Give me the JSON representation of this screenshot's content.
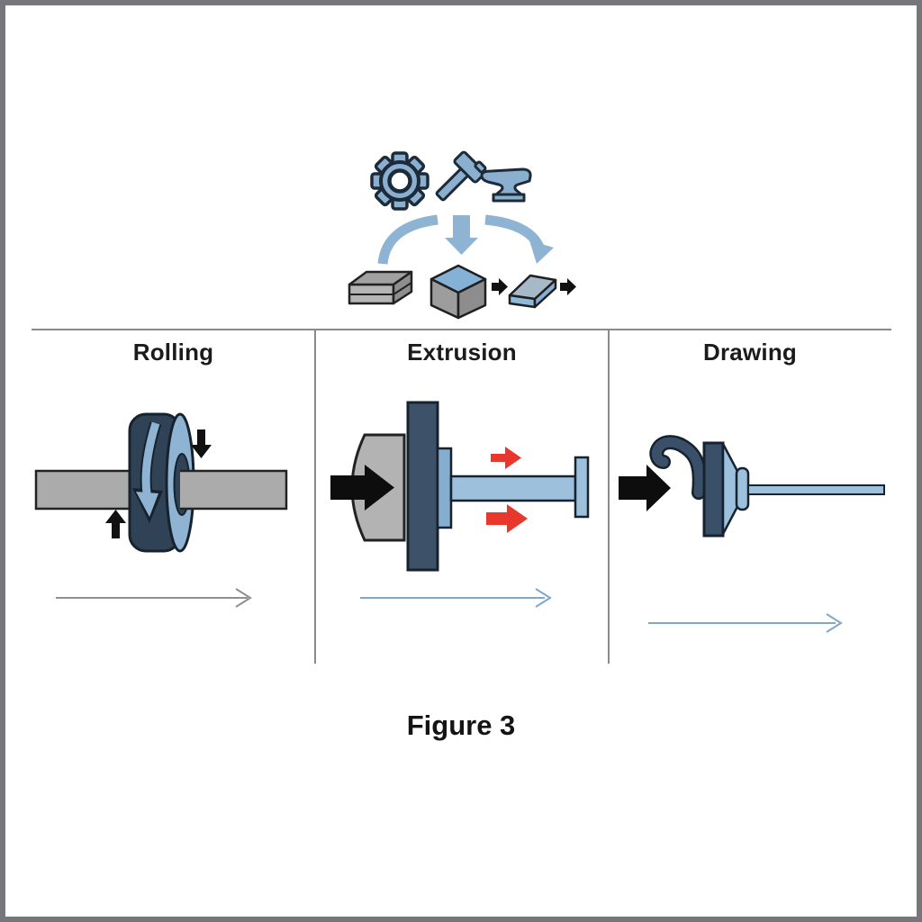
{
  "figure": {
    "caption": "Figure 3",
    "panels": [
      {
        "label": "Rolling"
      },
      {
        "label": "Extrusion"
      },
      {
        "label": "Drawing"
      }
    ],
    "header": {
      "icons": [
        "gear-icon",
        "hammer-icon",
        "anvil-icon"
      ],
      "flow_arrows": [
        "curved-arrow-left",
        "down-arrow",
        "curved-arrow-right"
      ],
      "shapes": [
        "stacked-slab",
        "billet-cube",
        "rolled-plate"
      ]
    },
    "colors": {
      "steel_blue": "#8FB3D2",
      "icon_blue": "#8BAFCE",
      "dark_navy": "#2F4256",
      "die_navy": "#3D5269",
      "medium_blue": "#84ADD0",
      "light_blue": "#9DC0DC",
      "red": "#E8382E",
      "black": "#111111",
      "gray_metal": "#ABABAB",
      "divider_gray": "#8A8A8A",
      "frame_gray": "#77777B"
    }
  }
}
